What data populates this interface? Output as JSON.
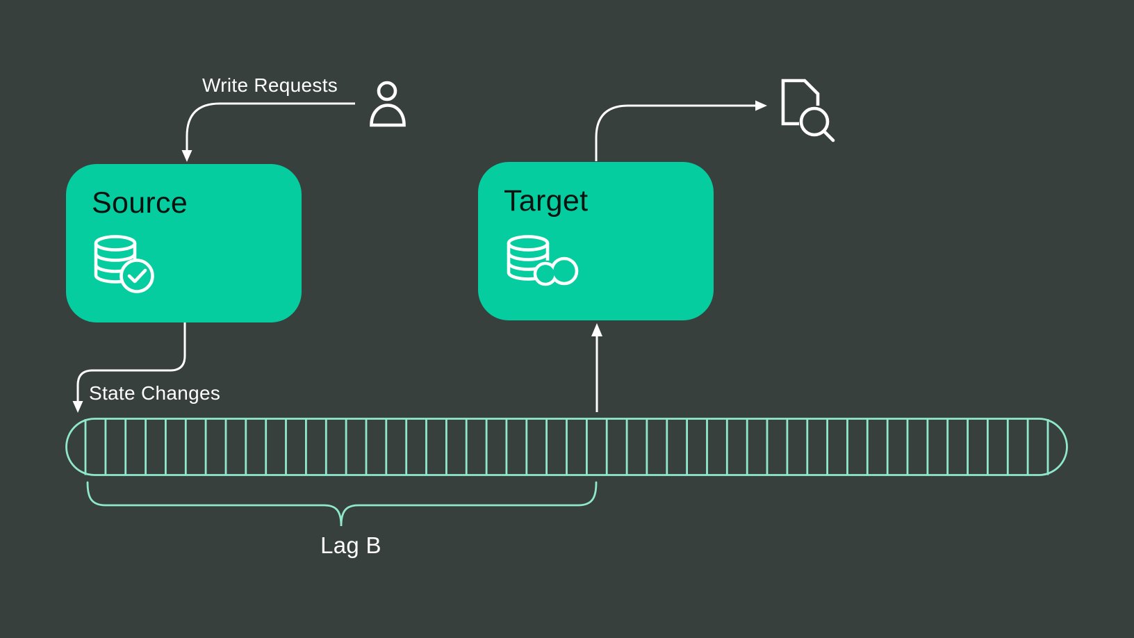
{
  "colors": {
    "background": "#37403D",
    "node_fill": "#06CDA0",
    "node_text": "#081310",
    "mint_stroke": "#8FE8CC",
    "white_stroke": "#FFFFFF"
  },
  "nodes": {
    "source": {
      "label": "Source",
      "icon": "database-check-icon"
    },
    "target": {
      "label": "Target",
      "icon": "database-replica-icon"
    }
  },
  "edges": {
    "write_requests": {
      "label": "Write Requests",
      "from": "user-icon",
      "to": "source"
    },
    "state_changes": {
      "label": "State Changes",
      "from": "source",
      "to": "changelog-strip"
    },
    "replication": {
      "label": "",
      "from": "changelog-strip",
      "to": "target"
    },
    "read_inspection": {
      "label": "",
      "from": "target",
      "to": "document-search-icon"
    }
  },
  "annotations": {
    "lag": {
      "label": "Lag B"
    }
  },
  "strip": {
    "segment_count": 48
  }
}
